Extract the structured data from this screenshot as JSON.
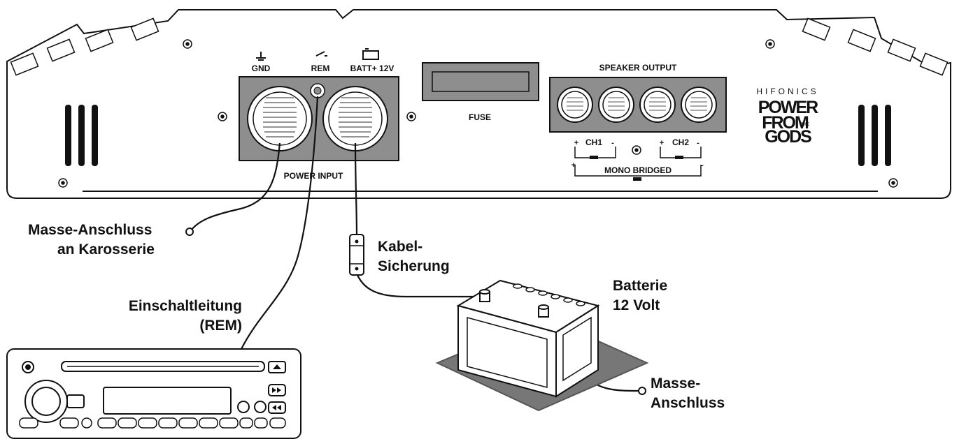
{
  "amplifier": {
    "terminals": {
      "gnd": "GND",
      "rem": "REM",
      "batt": "BATT+ 12V"
    },
    "power_input_label": "POWER INPUT",
    "fuse_label": "FUSE",
    "speaker_output_label": "SPEAKER OUTPUT",
    "ch1_label": "CH1",
    "ch2_label": "CH2",
    "plus": "+",
    "minus": "-",
    "mono_bridged_label": "MONO BRIDGED",
    "brand": {
      "maker": "HIFONICS",
      "line1": "POWER",
      "line2": "FROM",
      "line3": "GODS",
      "small": "THE"
    }
  },
  "labels": {
    "ground_body": [
      "Masse-Anschluss",
      "an Karosserie"
    ],
    "remote": [
      "Einschaltleitung",
      "(REM)"
    ],
    "fuse": [
      "Kabel-",
      "Sicherung"
    ],
    "battery": [
      "Batterie",
      "12 Volt"
    ],
    "ground_battery": [
      "Masse-",
      "Anschluss"
    ]
  }
}
